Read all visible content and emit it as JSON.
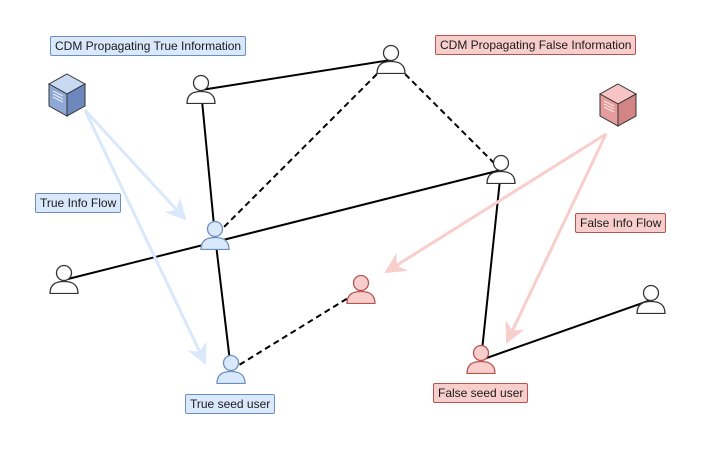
{
  "labels": {
    "cdm_true": "CDM Propagating True Information",
    "cdm_false": "CDM Propagating False Information",
    "true_flow": "True Info Flow",
    "false_flow": "False Info Flow",
    "true_seed": "True seed user",
    "false_seed": "False seed user"
  },
  "colors": {
    "true_fill": "#dae8fc",
    "true_stroke": "#6c8ebf",
    "false_fill": "#f8cecc",
    "false_stroke": "#b85450",
    "true_flow_arrow": "#dae8fc",
    "false_flow_arrow": "#f8cecc",
    "neutral_user": "#ffffff"
  },
  "icons": {
    "cdm_true": "server-cube-icon",
    "cdm_false": "server-cube-icon",
    "user": "user-icon"
  },
  "nodes": [
    {
      "id": "u_top_left",
      "type": "neutral"
    },
    {
      "id": "u_top_center",
      "type": "neutral"
    },
    {
      "id": "u_right_mid",
      "type": "neutral"
    },
    {
      "id": "u_left",
      "type": "neutral"
    },
    {
      "id": "u_far_right",
      "type": "neutral"
    },
    {
      "id": "u_true_center",
      "type": "true"
    },
    {
      "id": "u_true_seed",
      "type": "true"
    },
    {
      "id": "u_false_center",
      "type": "false"
    },
    {
      "id": "u_false_seed",
      "type": "false"
    }
  ],
  "edges": [
    {
      "from": "u_top_left",
      "to": "u_top_center",
      "style": "solid"
    },
    {
      "from": "u_top_left",
      "to": "u_true_center",
      "style": "solid"
    },
    {
      "from": "u_top_center",
      "to": "u_true_center",
      "style": "dashed"
    },
    {
      "from": "u_top_center",
      "to": "u_right_mid",
      "style": "dashed"
    },
    {
      "from": "u_left",
      "to": "u_right_mid",
      "style": "solid"
    },
    {
      "from": "u_true_center",
      "to": "u_true_seed",
      "style": "solid"
    },
    {
      "from": "u_right_mid",
      "to": "u_false_seed",
      "style": "solid"
    },
    {
      "from": "u_true_seed",
      "to": "u_false_center",
      "style": "dashed"
    },
    {
      "from": "u_false_seed",
      "to": "u_far_right",
      "style": "solid"
    }
  ],
  "flows": [
    {
      "from": "cdm_true",
      "to": "u_true_center",
      "kind": "true"
    },
    {
      "from": "cdm_true",
      "to": "u_true_seed",
      "kind": "true"
    },
    {
      "from": "cdm_false",
      "to": "u_false_center",
      "kind": "false"
    },
    {
      "from": "cdm_false",
      "to": "u_false_seed",
      "kind": "false"
    }
  ]
}
